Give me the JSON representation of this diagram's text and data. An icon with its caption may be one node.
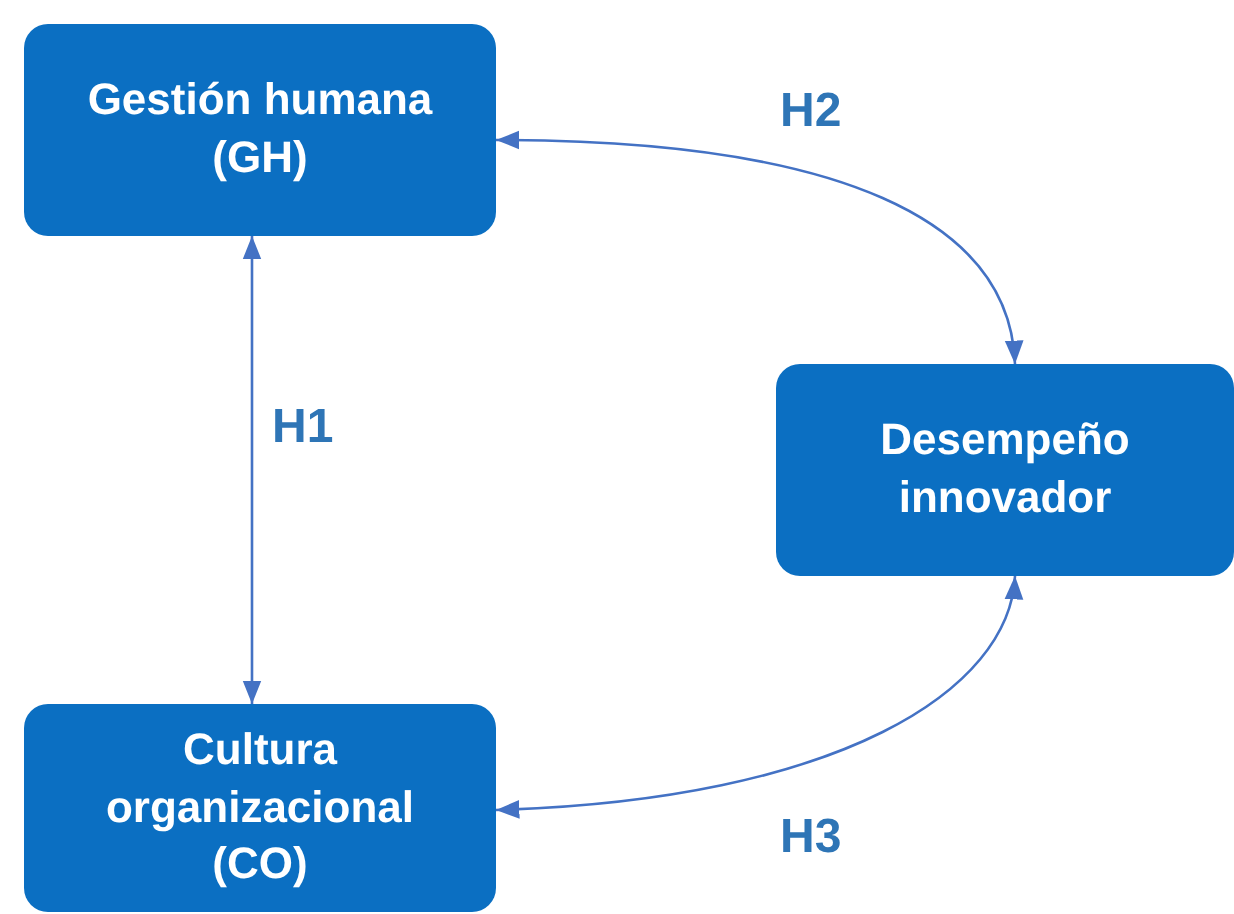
{
  "diagram": {
    "nodes": [
      {
        "text": [
          "Gestión humana (GH)"
        ]
      },
      {
        "text": [
          "Desempeño innovador"
        ]
      },
      {
        "text": [
          "Cultura organizacional (CO)"
        ]
      }
    ],
    "edges": [
      {
        "from": 0,
        "to": 2,
        "arrow": "both",
        "label": "H1"
      },
      {
        "from": 0,
        "to": 1,
        "arrow": "both",
        "label": "H2"
      },
      {
        "from": 2,
        "to": 1,
        "arrow": "both",
        "label": "H3"
      }
    ]
  }
}
